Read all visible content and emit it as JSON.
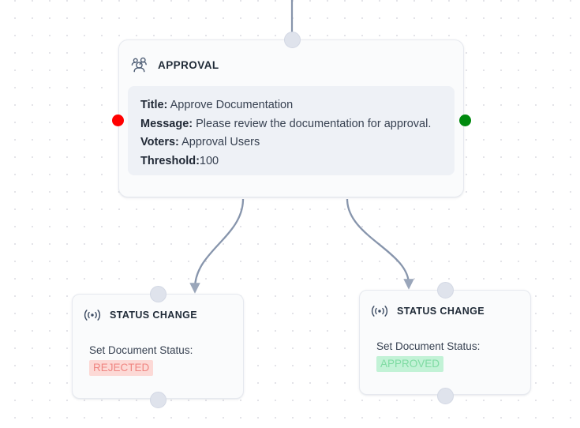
{
  "canvas": {
    "label": "workflow-canvas",
    "grid": true
  },
  "nodes": {
    "approval": {
      "icon": "users-group-icon",
      "title": "APPROVAL",
      "fields": [
        {
          "key": "Title:",
          "value": " Approve Documentation"
        },
        {
          "key": "Message:",
          "value": " Please review the documentation for approval."
        },
        {
          "key": "Voters:",
          "value": " Approval Users"
        },
        {
          "key": "Threshold:",
          "value": "100"
        }
      ],
      "handles": {
        "top": "target-handle",
        "left": "reject-handle",
        "right": "approve-handle",
        "left_color": "#ff0000",
        "right_color": "#008a0e"
      }
    },
    "rejected": {
      "icon": "broadcast-signal-icon",
      "title": "STATUS CHANGE",
      "label": "Set Document Status:",
      "badge": "REJECTED",
      "badge_bg": "#fcd9d6",
      "badge_color": "#ef8581"
    },
    "approved": {
      "icon": "broadcast-signal-icon",
      "title": "STATUS CHANGE",
      "label": "Set Document Status:",
      "badge": "APPROVED",
      "badge_bg": "#c2f2d6",
      "badge_color": "#7fdba3"
    }
  },
  "edges": [
    {
      "name": "edge-approval-to-rejected",
      "from": "approval-bottom-left",
      "to": "rejected-top",
      "color": "#8795ac"
    },
    {
      "name": "edge-approval-to-approved",
      "from": "approval-bottom-right",
      "to": "approved-top",
      "color": "#8795ac"
    },
    {
      "name": "edge-incoming-to-approval",
      "from": "canvas-top",
      "to": "approval-top",
      "color": "#8795ac"
    }
  ]
}
